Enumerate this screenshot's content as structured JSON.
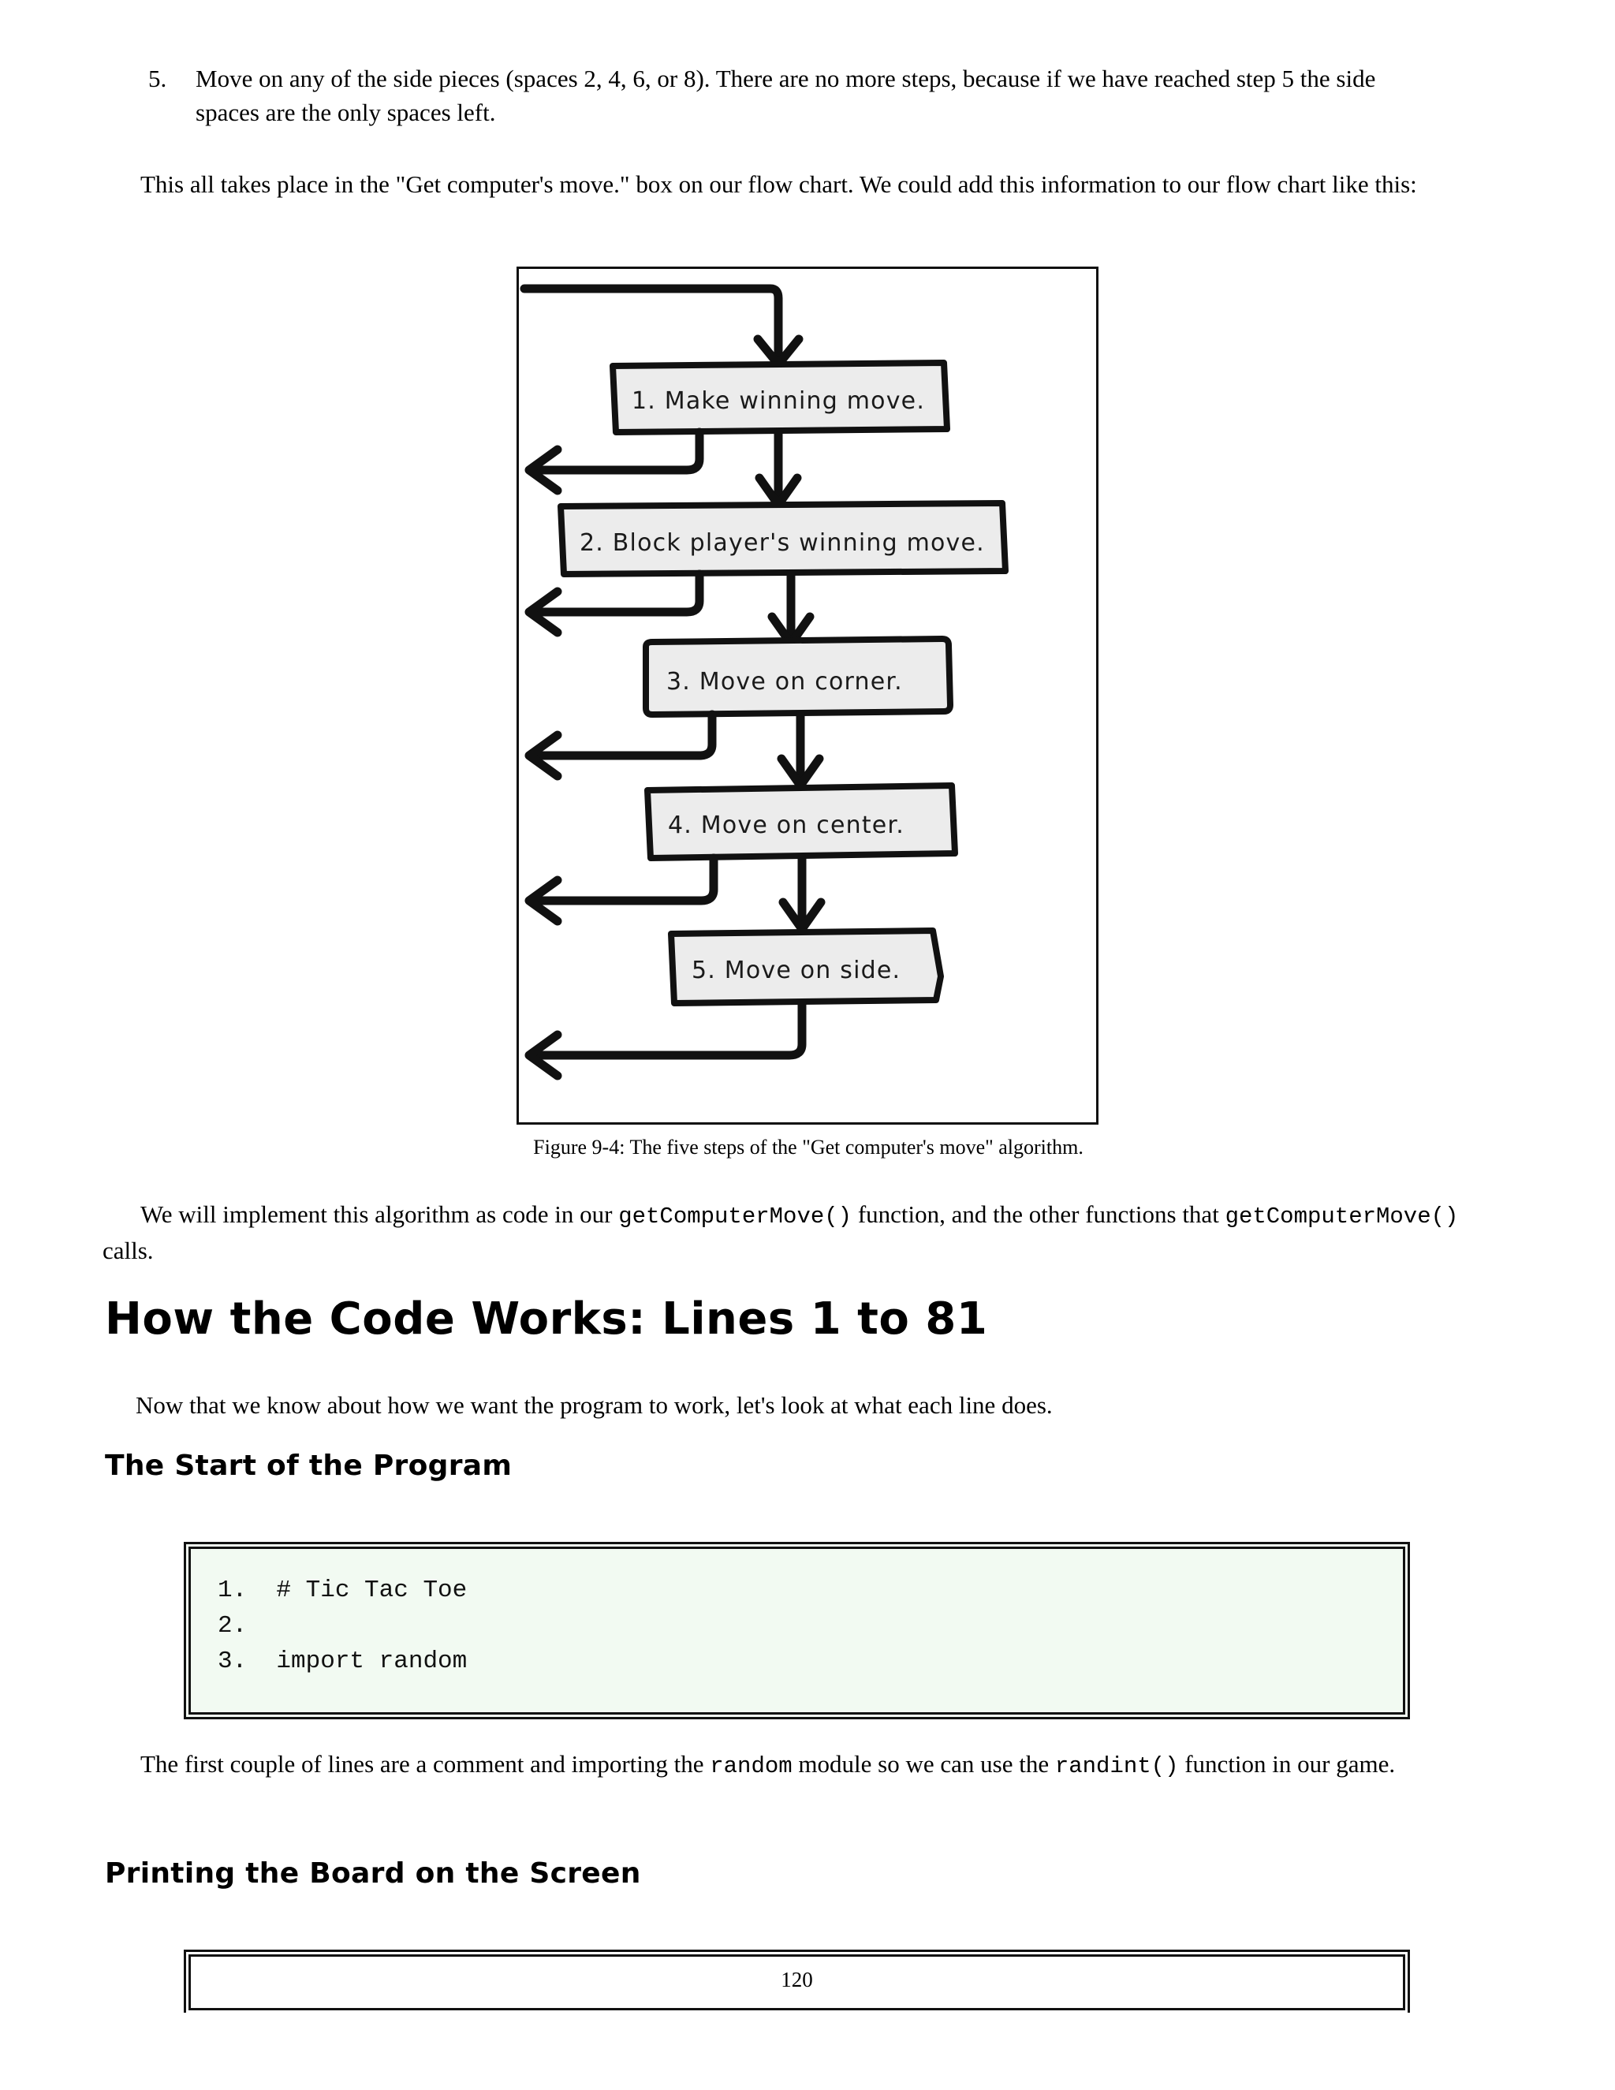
{
  "list": {
    "number": "5.",
    "text": "Move on any of the side pieces (spaces 2, 4, 6, or 8). There are no more steps, because if we have reached step 5 the side spaces are the only spaces left."
  },
  "paragraphs": {
    "flowchart_intro": "This all takes place in the \"Get computer's move.\" box on our flow chart. We could add this information to our flow chart like this:",
    "implement_a": "We will implement this algorithm as code in our ",
    "implement_code1": "getComputerMove()",
    "implement_b": " function, and the other functions that ",
    "implement_code2": "getComputerMove()",
    "implement_c": " calls.",
    "now_that_we_know": "Now that we know about how we want the program to work, let's look at what each line does.",
    "first_couple_a": "The first couple of lines are a comment and importing the ",
    "first_couple_code1": "random",
    "first_couple_b": " module so we can use the ",
    "first_couple_code2": "randint()",
    "first_couple_c": " function in our game."
  },
  "figure": {
    "caption": "Figure 9-4: The five steps of the \"Get computer's move\" algorithm.",
    "boxes": [
      {
        "label": "1. Make winning move."
      },
      {
        "label": "2. Block player's winning move."
      },
      {
        "label": "3. Move on corner."
      },
      {
        "label": "4. Move on center."
      },
      {
        "label": "5. Move on side."
      }
    ]
  },
  "headings": {
    "h1": "How the Code Works: Lines 1 to 81",
    "h2_start": "The Start of the Program",
    "h2_printing": "Printing the Board on the Screen"
  },
  "code": {
    "lines": [
      "1.  # Tic Tac Toe",
      "2.",
      "3.  import random"
    ]
  },
  "footer": {
    "page_number": "120"
  },
  "chart_data": {
    "type": "diagram",
    "title": "Figure 9-4: The five steps of the \"Get computer's move\" algorithm.",
    "nodes": [
      "1. Make winning move.",
      "2. Block player's winning move.",
      "3. Move on corner.",
      "4. Move on center.",
      "5. Move on side."
    ],
    "flow": "sequential-with-exit-branches"
  }
}
